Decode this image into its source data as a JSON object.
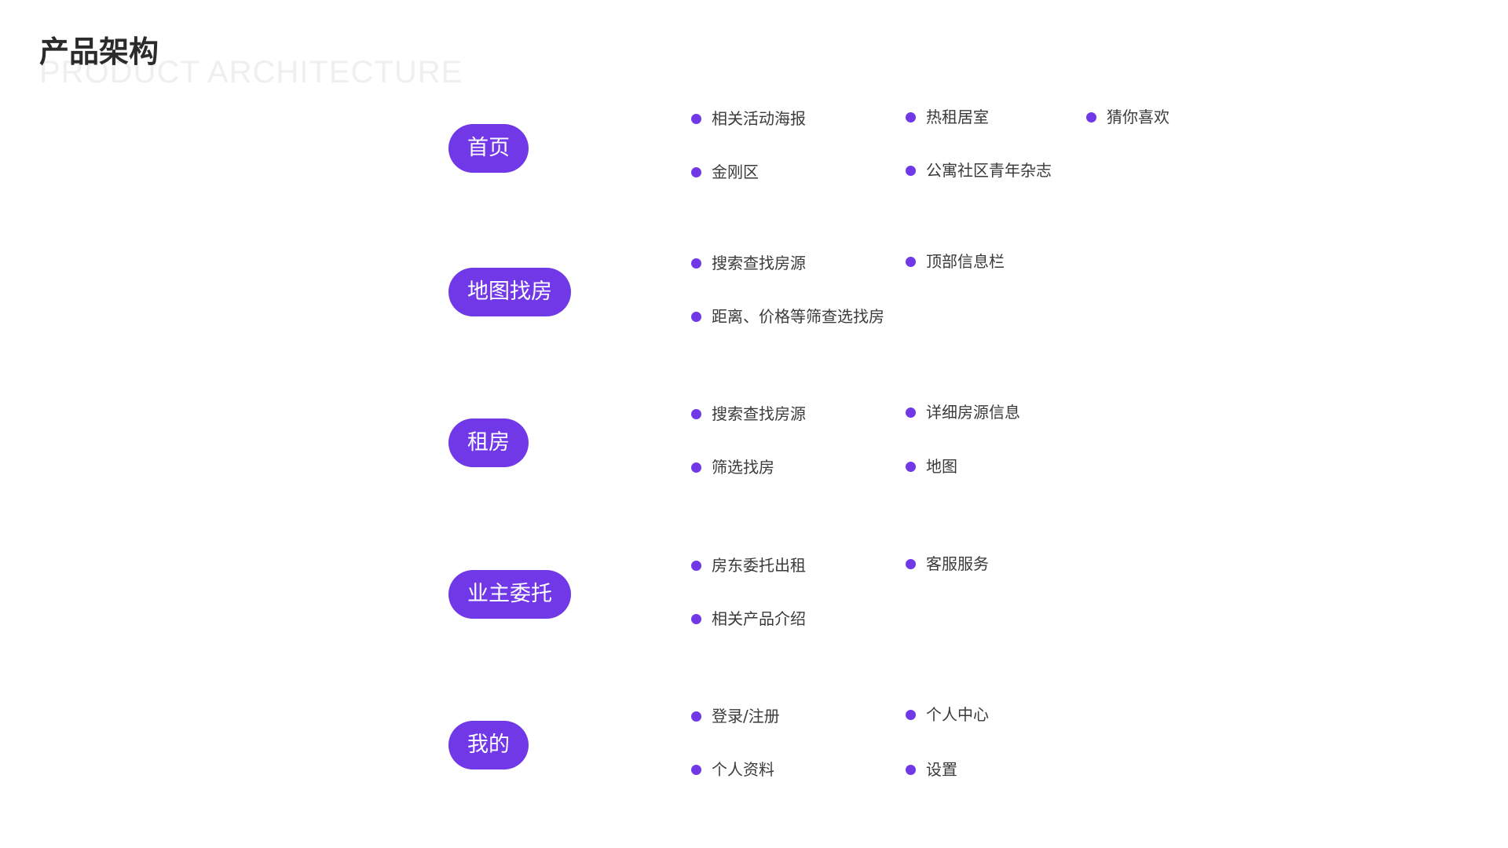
{
  "header": {
    "title": "产品架构",
    "subtitle": "PRODUCT ARCHITECTURE"
  },
  "colors": {
    "accent": "#7138e8",
    "text": "#3a3a3a",
    "title": "#2b2b2b",
    "watermark": "#efefef"
  },
  "icons": {
    "bullet": "dot-icon"
  },
  "sections": [
    {
      "label": "首页",
      "rows": [
        [
          "相关活动海报",
          "热租居室",
          "猜你喜欢"
        ],
        [
          "金刚区",
          "公寓社区青年杂志"
        ]
      ]
    },
    {
      "label": "地图找房",
      "rows": [
        [
          "搜索查找房源",
          "顶部信息栏"
        ],
        [
          "距离、价格等筛查选找房"
        ]
      ]
    },
    {
      "label": "租房",
      "rows": [
        [
          "搜索查找房源",
          "详细房源信息"
        ],
        [
          "筛选找房",
          "地图"
        ]
      ]
    },
    {
      "label": "业主委托",
      "rows": [
        [
          "房东委托出租",
          "客服服务"
        ],
        [
          "相关产品介绍"
        ]
      ]
    },
    {
      "label": "我的",
      "rows": [
        [
          "登录/注册",
          "个人中心"
        ],
        [
          "个人资料",
          "设置"
        ]
      ]
    }
  ]
}
